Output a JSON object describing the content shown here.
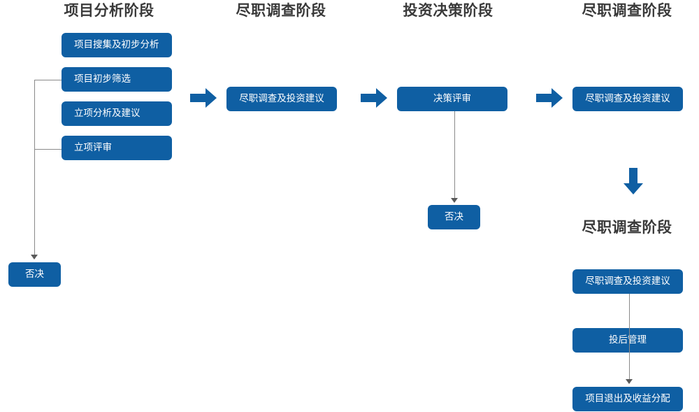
{
  "stages": {
    "s1": "项目分析阶段",
    "s2": "尽职调查阶段",
    "s3": "投资决策阶段",
    "s4": "尽职调查阶段",
    "s5": "尽职调查阶段"
  },
  "stage1": {
    "items": [
      "项目搜集及初步分析",
      "项目初步筛选",
      "立项分析及建议",
      "立项评审"
    ],
    "reject": "否决"
  },
  "stage2": {
    "item": "尽职调查及投资建议"
  },
  "stage3": {
    "item": "决策评审",
    "reject": "否决"
  },
  "stage4": {
    "item": "尽职调查及投资建议"
  },
  "stage5": {
    "items": [
      "尽职调查及投资建议",
      "投后管理",
      "项目退出及收益分配"
    ]
  },
  "colors": {
    "node_fill": "#0f5fa3",
    "arrow_fill": "#0f5fa3",
    "connector": "#8a8a8a"
  }
}
